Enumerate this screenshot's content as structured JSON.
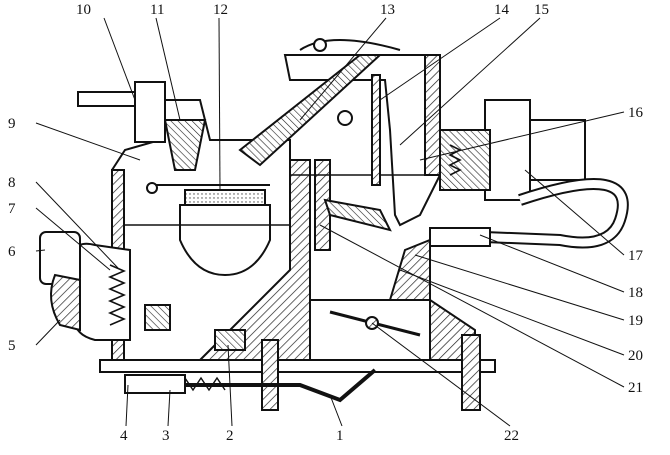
{
  "figure": {
    "labels": [
      "1",
      "2",
      "3",
      "4",
      "5",
      "6",
      "7",
      "8",
      "9",
      "10",
      "11",
      "12",
      "13",
      "14",
      "15",
      "16",
      "17",
      "18",
      "19",
      "20",
      "21",
      "22"
    ]
  }
}
